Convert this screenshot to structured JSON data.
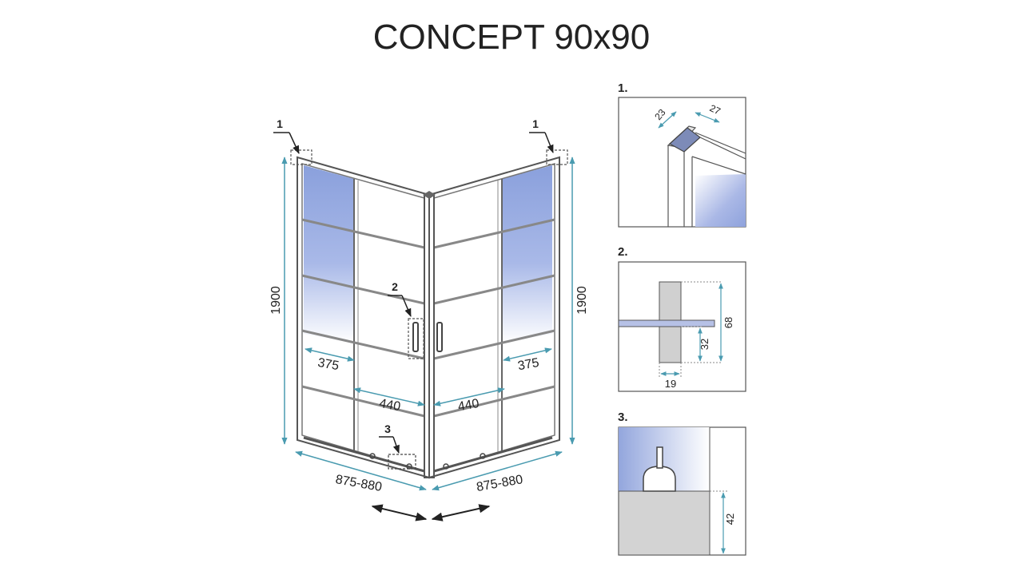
{
  "title": "CONCEPT 90x90",
  "colors": {
    "frame": "#555555",
    "glass_blue": "#8fa3d8",
    "dimension": "#4a9bb0",
    "detail_gray": "#cfcfcf"
  },
  "callouts": {
    "corner_left": "1",
    "corner_right": "1",
    "handle": "2",
    "bottom": "3"
  },
  "dimensions": {
    "height_left": "1900",
    "height_right": "1900",
    "fixed_left": "375",
    "fixed_right": "375",
    "door_left": "440",
    "door_right": "440",
    "base_left": "875-880",
    "base_right": "875-880"
  },
  "details": {
    "d1": {
      "label": "1.",
      "dim_a": "23",
      "dim_b": "27"
    },
    "d2": {
      "label": "2.",
      "dim_a": "68",
      "dim_b": "32",
      "dim_c": "19"
    },
    "d3": {
      "label": "3.",
      "dim_a": "42"
    }
  }
}
